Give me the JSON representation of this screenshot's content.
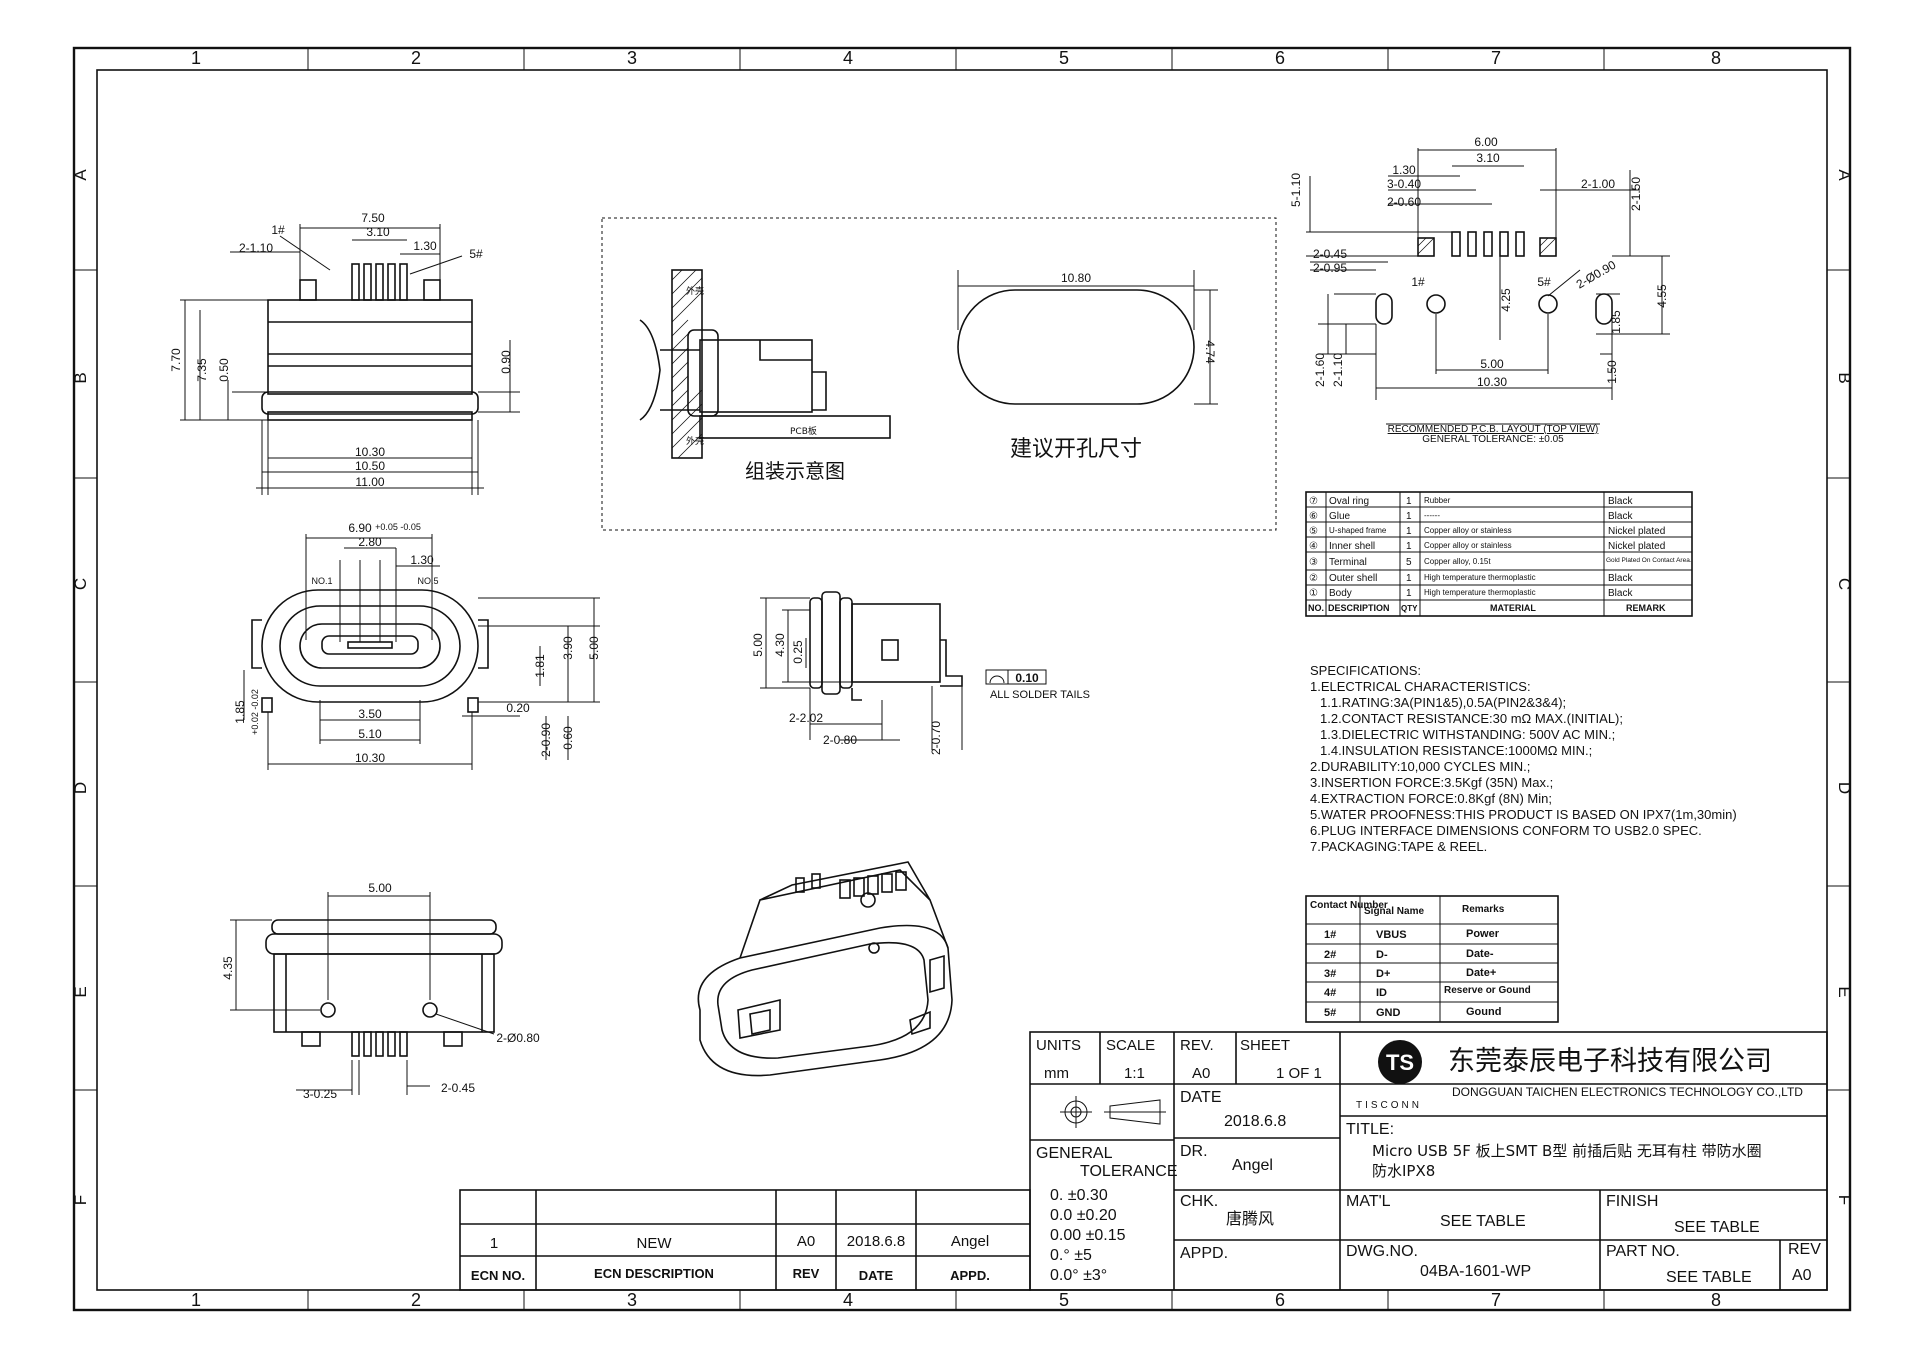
{
  "border": {
    "columns": [
      "1",
      "2",
      "3",
      "4",
      "5",
      "6",
      "7",
      "8"
    ],
    "rows": [
      "A",
      "B",
      "C",
      "D",
      "E",
      "F"
    ]
  },
  "top_view": {
    "pin1": "1#",
    "pin5": "5#",
    "d_750": "7.50",
    "d_310": "3.10",
    "d_130": "1.30",
    "d_2110": "2-1.10",
    "d_770": "7.70",
    "d_735": "7.35",
    "d_050": "0.50",
    "d_090": "0.90",
    "d_1030": "10.30",
    "d_1050": "10.50",
    "d_1100": "11.00"
  },
  "front_view": {
    "d_690": "6.90",
    "d_690_tol": "+0.05\n-0.05",
    "d_280": "2.80",
    "d_130": "1.30",
    "no1": "NO.1",
    "no5": "NO.5",
    "d_390": "3.90",
    "d_500": "5.00",
    "d_181": "1.81",
    "d_185": "1.85",
    "d_185_tol": "+0.02 -0.02",
    "d_350": "3.50",
    "d_510": "5.10",
    "d_020": "0.20",
    "d_2090": "2-0.90",
    "d_060": "0.60",
    "d_1030": "10.30"
  },
  "side_view": {
    "d_500": "5.00",
    "d_430": "4.30",
    "d_025": "0.25",
    "d_2202": "2-2.02",
    "d_2080": "2-0.80",
    "d_2070": "2-0.70",
    "flatness": "0.10",
    "solder_note": "ALL SOLDER TAILS"
  },
  "bottom_view": {
    "d_500": "5.00",
    "d_435": "4.35",
    "d_2080": "2-Ø0.80",
    "d_3025": "3-0.25",
    "d_2045": "2-0.45"
  },
  "assembly": {
    "label": "组装示意图",
    "pcb": "PCB板",
    "panel_top": "外壳",
    "panel_bottom": "外壳",
    "cutout_w": "10.80",
    "cutout_h": "4.74",
    "cutout_label": "建议开孔尺寸"
  },
  "pcb_layout": {
    "d_600": "6.00",
    "d_310": "3.10",
    "d_130": "1.30",
    "d_3040": "3-0.40",
    "d_2060": "2-0.60",
    "d_5110": "5-1.10",
    "d_2100": "2-1.00",
    "d_2150": "2-1.50",
    "d_2045": "2-0.45",
    "d_2095": "2-0.95",
    "pin1": "1#",
    "pin5": "5#",
    "d_425": "4.25",
    "d_2090": "2-Ø0.90",
    "d_455": "4.55",
    "d_185": "1.85",
    "d_2160": "2-1.60",
    "d_2110": "2-1.10",
    "d_500": "5.00",
    "d_1030": "10.30",
    "d_150": "1.50",
    "caption": "RECOMMENDED P.C.B. LAYOUT (TOP VIEW)",
    "tolerance": "GENERAL TOLERANCE: ±0.05"
  },
  "bom": {
    "rows": [
      {
        "no": "⑦",
        "desc": "Oval ring",
        "qty": "1",
        "material": "Rubber",
        "remark": "Black"
      },
      {
        "no": "⑥",
        "desc": "Glue",
        "qty": "1",
        "material": "------",
        "remark": "Black"
      },
      {
        "no": "⑤",
        "desc": "U-shaped frame",
        "qty": "1",
        "material": "Copper alloy or stainless",
        "remark": "Nickel plated"
      },
      {
        "no": "④",
        "desc": "Inner shell",
        "qty": "1",
        "material": "Copper alloy or stainless",
        "remark": "Nickel plated"
      },
      {
        "no": "③",
        "desc": "Terminal",
        "qty": "5",
        "material": "Copper alloy, 0.15t",
        "remark": "Gold Plated On Contact Area."
      },
      {
        "no": "②",
        "desc": "Outer shell",
        "qty": "1",
        "material": "High temperature thermoplastic",
        "remark": "Black"
      },
      {
        "no": "①",
        "desc": "Body",
        "qty": "1",
        "material": "High temperature thermoplastic",
        "remark": "Black"
      }
    ],
    "header": {
      "no": "NO.",
      "desc": "DESCRIPTION",
      "qty": "QTY",
      "material": "MATERIAL",
      "remark": "REMARK"
    }
  },
  "specs": {
    "title": "SPECIFICATIONS:",
    "lines": [
      "1.ELECTRICAL CHARACTERISTICS:",
      "  1.1.RATING:3A(PIN1&5),0.5A(PIN2&3&4);",
      "  1.2.CONTACT RESISTANCE:30 mΩ MAX.(INITIAL);",
      "  1.3.DIELECTRIC WITHSTANDING: 500V AC MIN.;",
      "  1.4.INSULATION RESISTANCE:1000MΩ MIN.;",
      "2.DURABILITY:10,000 CYCLES MIN.;",
      "3.INSERTION FORCE:3.5Kgf (35N) Max.;",
      "4.EXTRACTION FORCE:0.8Kgf (8N) Min;",
      "5.WATER PROOFNESS:THIS PRODUCT IS BASED ON IPX7(1m,30min)",
      "6.PLUG INTERFACE DIMENSIONS CONFORM TO USB2.0 SPEC.",
      "7.PACKAGING:TAPE & REEL."
    ]
  },
  "pins": {
    "header": {
      "contact": "Contact Number",
      "signal": "Signal Name",
      "remarks": "Remarks"
    },
    "rows": [
      {
        "n": "1#",
        "s": "VBUS",
        "r": "Power"
      },
      {
        "n": "2#",
        "s": "D-",
        "r": "Date-"
      },
      {
        "n": "3#",
        "s": "D+",
        "r": "Date+"
      },
      {
        "n": "4#",
        "s": "ID",
        "r": "Reserve or Gound"
      },
      {
        "n": "5#",
        "s": "GND",
        "r": "Gound"
      }
    ]
  },
  "title_block": {
    "units_label": "UNITS",
    "units": "mm",
    "scale_label": "SCALE",
    "scale": "1:1",
    "rev_label": "REV.",
    "rev": "A0",
    "sheet_label": "SHEET",
    "sheet": "1 OF 1",
    "company_cn": "东莞泰辰电子科技有限公司",
    "company_en": "DONGGUAN TAICHEN ELECTRONICS TECHNOLOGY CO.,LTD",
    "logo_text": "TISCONN",
    "date_label": "DATE",
    "date": "2018.6.8",
    "tol_label1": "GENERAL",
    "tol_label2": "TOLERANCE",
    "tol": [
      "0.   ±0.30",
      "0.0   ±0.20",
      "0.00 ±0.15",
      "0.°   ±5",
      "0.0° ±3°"
    ],
    "dr_label": "DR.",
    "dr": "Angel",
    "chk_label": "CHK.",
    "chk": "唐腾风",
    "appd_label": "APPD.",
    "title_label": "TITLE:",
    "title_line1": "Micro USB  5F 板上SMT B型 前插后贴 无耳有柱 带防水圈",
    "title_line2": "防水IPX8",
    "matl_label": "MAT'L",
    "matl": "SEE TABLE",
    "finish_label": "FINISH",
    "finish": "SEE TABLE",
    "dwg_label": "DWG.NO.",
    "dwg": "04BA-1601-WP",
    "part_label": "PART NO.",
    "part": "SEE TABLE",
    "rev2_label": "REV",
    "rev2": "A0"
  },
  "ecn": {
    "no": "1",
    "desc": "NEW",
    "rev": "A0",
    "date": "2018.6.8",
    "appd": "Angel",
    "h_no": "ECN NO.",
    "h_desc": "ECN   DESCRIPTION",
    "h_rev": "REV",
    "h_date": "DATE",
    "h_appd": "APPD."
  }
}
